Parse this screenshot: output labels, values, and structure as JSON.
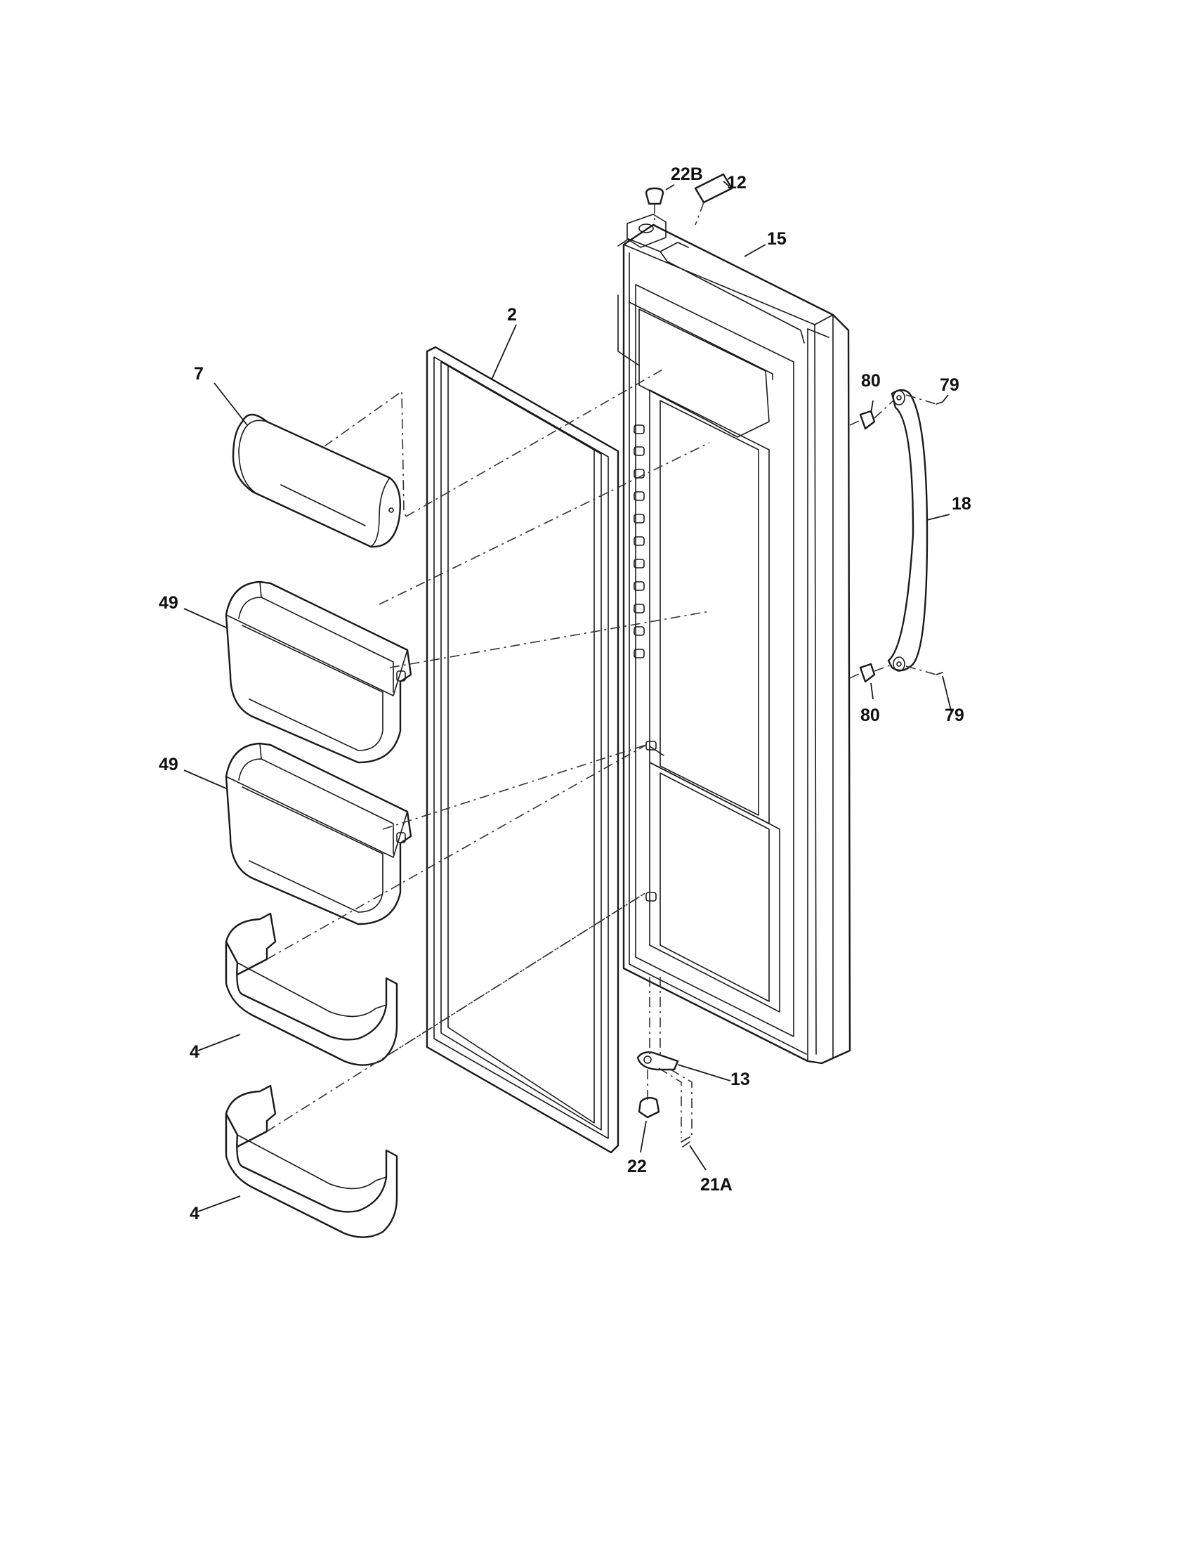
{
  "diagram": {
    "colors": {
      "ink": "#1a1a1a",
      "background": "#ffffff"
    },
    "callouts": {
      "c22B": "22B",
      "c12": "12",
      "c15": "15",
      "c2": "2",
      "c7": "7",
      "c80_top": "80",
      "c79_top": "79",
      "c18": "18",
      "c49_top": "49",
      "c49_bottom": "49",
      "c80_bottom": "80",
      "c79_bottom": "79",
      "c13": "13",
      "c4_top": "4",
      "c22": "22",
      "c21A": "21A",
      "c4_bottom": "4"
    }
  }
}
